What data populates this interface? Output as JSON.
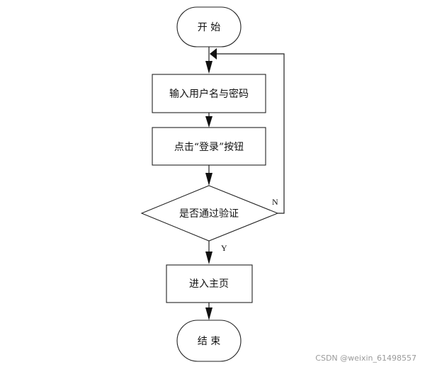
{
  "flowchart": {
    "start": "开 始",
    "step_input": "输入用户名与密码",
    "step_click": "点击“登录”按钮",
    "decision": "是否通过验证",
    "step_home": "进入主页",
    "end": "结 束",
    "label_no": "N",
    "label_yes": "Y"
  },
  "watermark": "CSDN @weixin_61498557"
}
